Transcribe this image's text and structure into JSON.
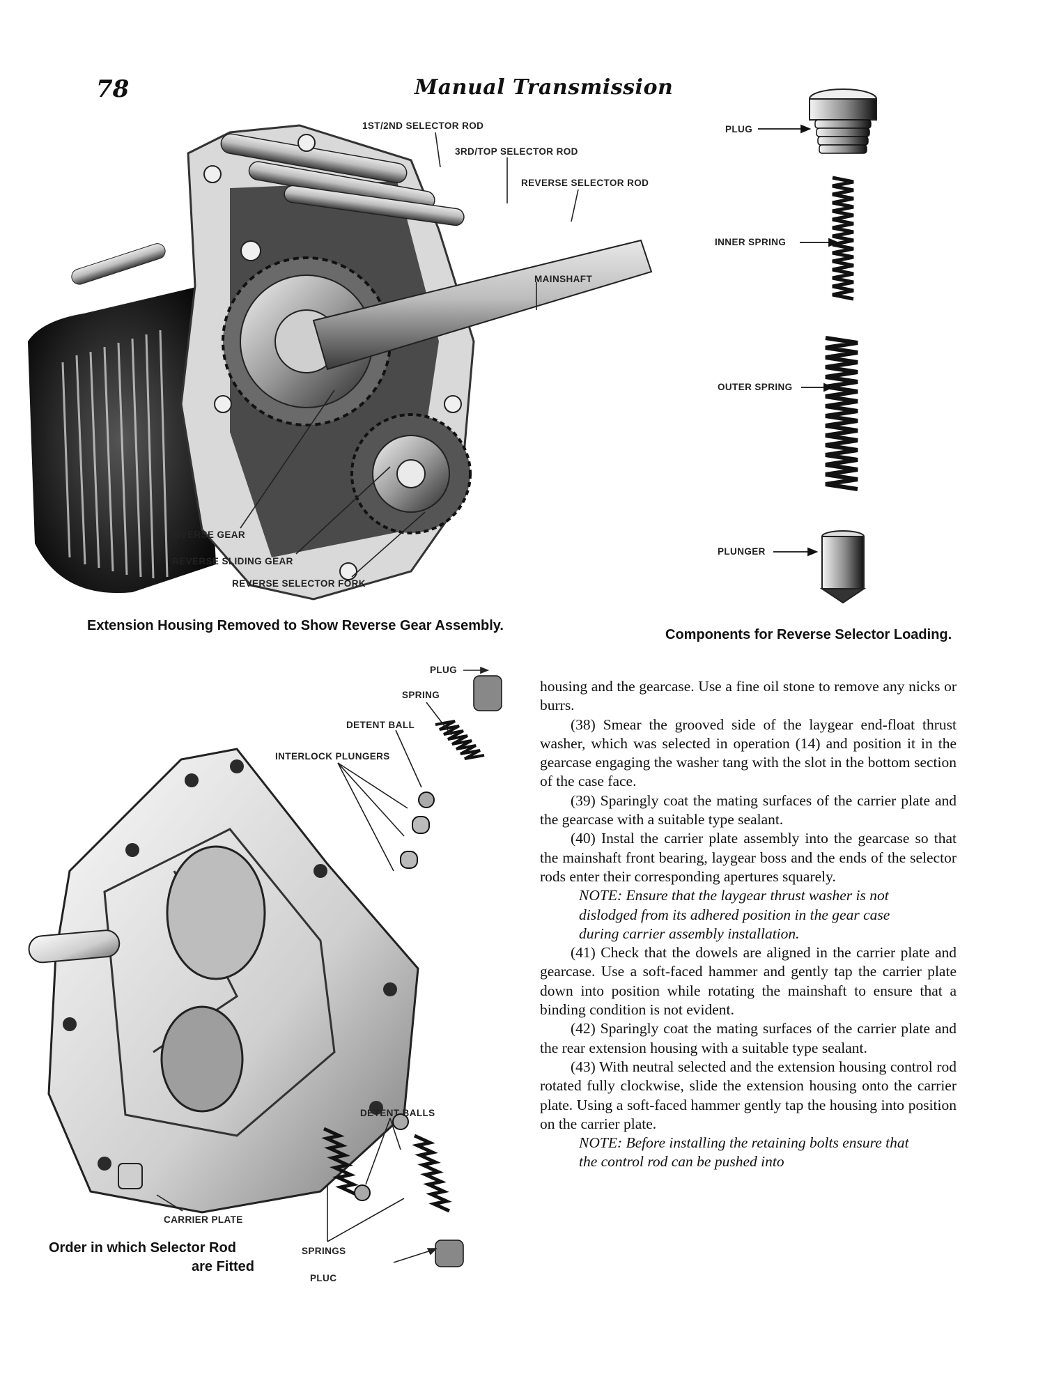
{
  "header": {
    "page_number": "78",
    "running_head": "Manual Transmission"
  },
  "figure_gearbox": {
    "labels": {
      "rod_1st_2nd": "1ST/2ND SELECTOR ROD",
      "rod_3rd_top": "3RD/TOP SELECTOR ROD",
      "rod_reverse": "REVERSE SELECTOR ROD",
      "mainshaft": "MAINSHAFT",
      "reverse_gear": "REVERSE GEAR",
      "reverse_sliding_gear": "REVERSE SLIDING GEAR",
      "reverse_selector_fork": "REVERSE SELECTOR FORK"
    },
    "caption": "Extension Housing Removed to Show Reverse Gear Assembly."
  },
  "figure_components": {
    "labels": {
      "plug": "PLUG",
      "inner_spring": "INNER SPRING",
      "outer_spring": "OUTER SPRING",
      "plunger": "PLUNGER"
    },
    "caption": "Components for Reverse Selector Loading."
  },
  "figure_carrier": {
    "labels": {
      "plug": "PLUG",
      "spring": "SPRING",
      "detent_ball": "DETENT BALL",
      "interlock_plungers": "INTERLOCK PLUNGERS",
      "detent_balls": "DETENT BALLS",
      "carrier_plate": "CARRIER PLATE",
      "springs": "SPRINGS",
      "plug_bottom": "PLUC"
    },
    "caption_line1": "Order in which Selector Rod",
    "caption_line2": "are Fitted"
  },
  "body": {
    "p_cont": "housing and the gearcase. Use a fine oil stone to remove any nicks or burrs.",
    "p38": "(38) Smear the grooved side of the laygear end-float thrust washer, which was selected in operation (14) and position it in the gearcase engaging the washer tang with the slot in the bottom section of the case face.",
    "p39": "(39) Sparingly coat the mating surfaces of the carrier plate and the gearcase with a suitable type sealant.",
    "p40": "(40) Instal the carrier plate assembly into the gearcase so that the mainshaft front bearing, laygear boss and the ends of the selector rods enter their corresponding apertures squarely.",
    "note1": "NOTE: Ensure that the laygear thrust washer is not dislodged from its adhered position in the gear case during carrier assembly installation.",
    "p41": "(41) Check that the dowels are aligned in the carrier plate and gearcase. Use a soft-faced hammer and gently tap the carrier plate down into position while rotating the mainshaft to ensure that a binding condition is not evident.",
    "p42": "(42) Sparingly coat the mating surfaces of the carrier plate and the rear extension housing with a suitable type sealant.",
    "p43": "(43) With neutral selected and the extension housing control rod rotated fully clockwise, slide the extension housing onto the carrier plate. Using a soft-faced hammer gently tap the housing into position on the carrier plate.",
    "note2": "NOTE: Before installing the retaining bolts ensure that the control rod can be pushed into"
  }
}
